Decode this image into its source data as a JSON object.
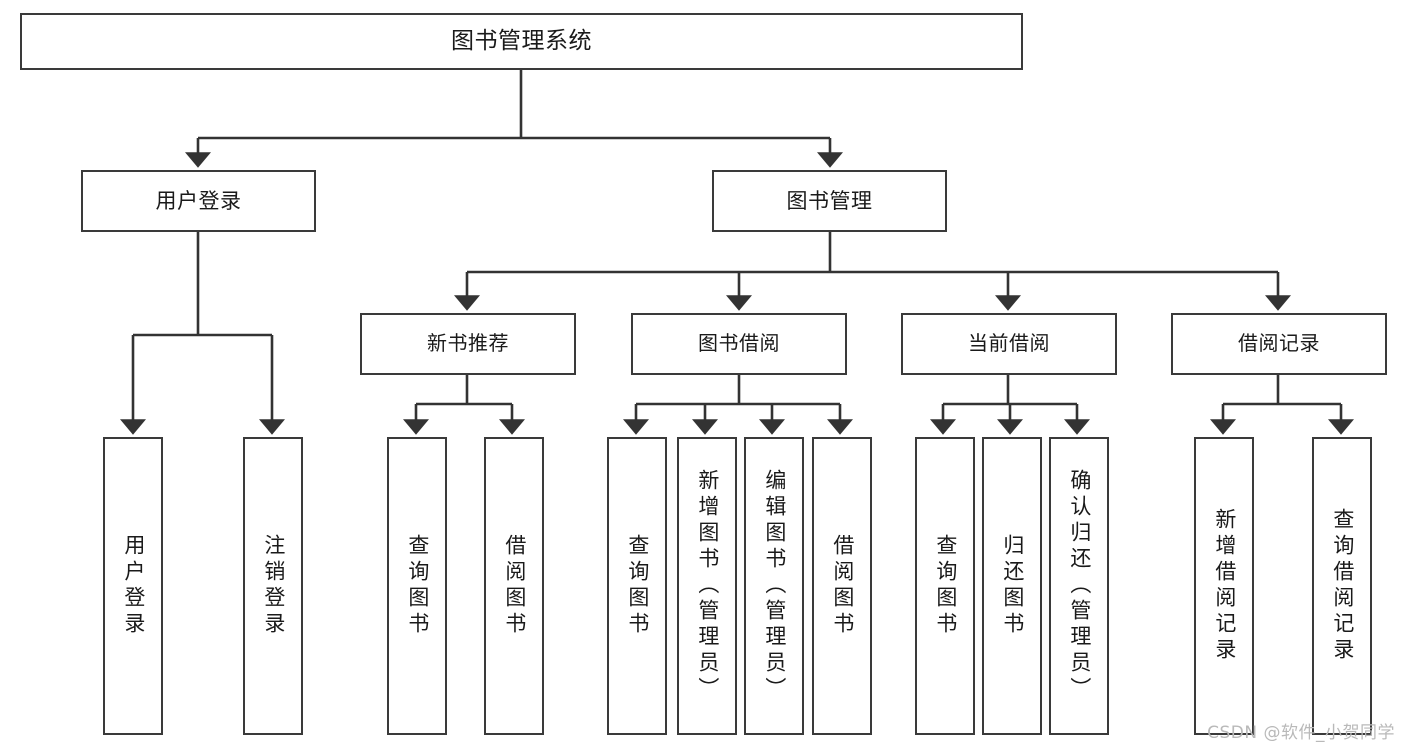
{
  "diagram": {
    "title": "图书管理系统",
    "type": "tree",
    "watermark": "CSDN @软件_小贺同学",
    "colors": {
      "box_border": "#3a3a3a",
      "box_fill": "#ffffff",
      "connector": "#333333",
      "text": "#1a1a1a",
      "watermark": "#b9b9b9",
      "background": "#ffffff"
    },
    "root": {
      "label": "图书管理系统"
    },
    "level2": [
      {
        "label": "用户登录"
      },
      {
        "label": "图书管理"
      }
    ],
    "level3": [
      {
        "label": "新书推荐"
      },
      {
        "label": "图书借阅"
      },
      {
        "label": "当前借阅"
      },
      {
        "label": "借阅记录"
      }
    ],
    "leaves": {
      "user_login": [
        {
          "label": "用户登录"
        },
        {
          "label": "注销登录"
        }
      ],
      "new_book_recommend": [
        {
          "label": "查询图书"
        },
        {
          "label": "借阅图书"
        }
      ],
      "book_borrow": [
        {
          "label": "查询图书"
        },
        {
          "label": "新增图书（管理员）"
        },
        {
          "label": "编辑图书（管理员）"
        },
        {
          "label": "借阅图书"
        }
      ],
      "current_borrow": [
        {
          "label": "查询图书"
        },
        {
          "label": "归还图书"
        },
        {
          "label": "确认归还（管理员）"
        }
      ],
      "borrow_record": [
        {
          "label": "新增借阅记录"
        },
        {
          "label": "查询借阅记录"
        }
      ]
    }
  }
}
